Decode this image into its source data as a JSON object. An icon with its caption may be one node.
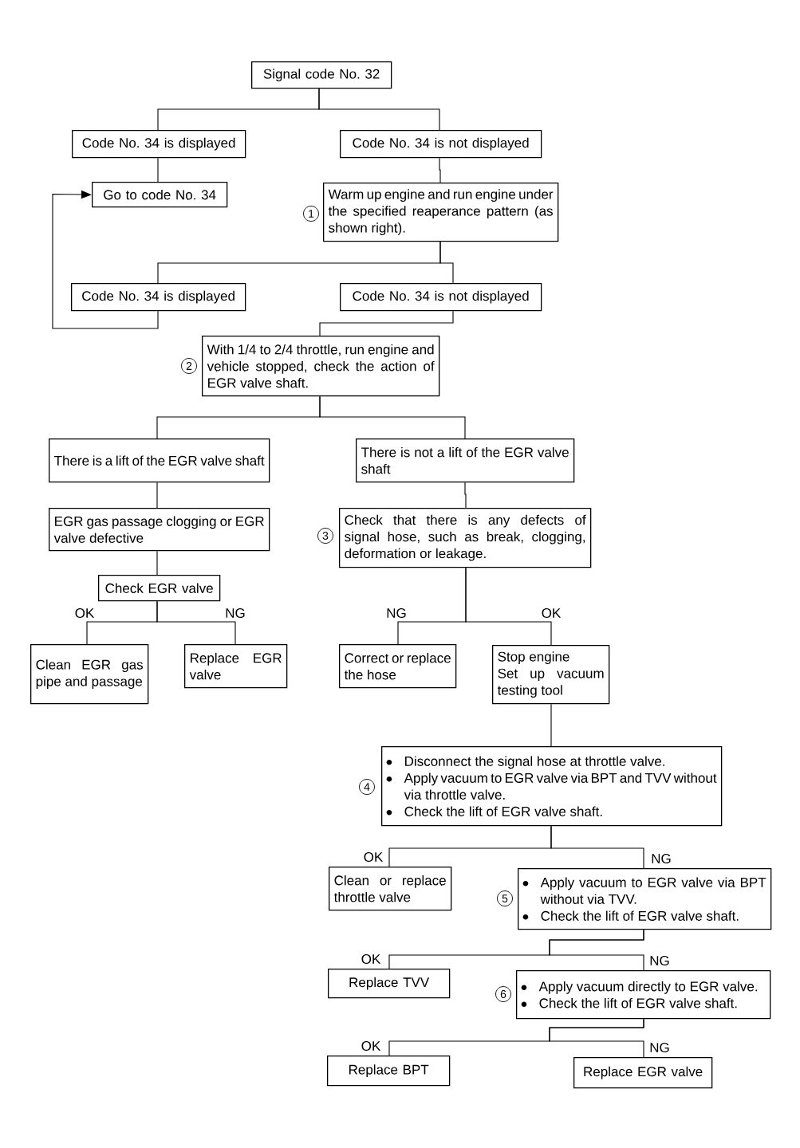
{
  "diagram": {
    "nodes": [
      {
        "text": [
          "Signal code No. 32"
        ]
      },
      {
        "text": [
          "Code No. 34 is displayed"
        ]
      },
      {
        "text": [
          "Code No. 34 is not displayed"
        ]
      },
      {
        "text": [
          "Go to code No. 34"
        ]
      },
      {
        "text": [
          "Warm up engine and run engine under the specified reaperance pattern (as shown right)."
        ],
        "beside": [
          "1"
        ]
      },
      {
        "text": [
          "Code No. 34 is displayed"
        ]
      },
      {
        "text": [
          "Code No. 34 is not displayed"
        ]
      },
      {
        "text": [
          "With 1/4 to 2/4 throttle, run engine and vehicle stopped, check the action of EGR valve shaft."
        ],
        "beside": [
          "2"
        ]
      },
      {
        "text": [
          "There is a lift of the EGR valve shaft"
        ]
      },
      {
        "text": [
          "There is not a lift of the EGR valve shaft"
        ]
      },
      {
        "text": [
          "EGR gas passage clogging or EGR valve defective"
        ]
      },
      {
        "text": [
          "Check that there is any defects of signal hose, such as break, clogging, deformation or leakage."
        ],
        "beside": [
          "3"
        ]
      },
      {
        "text": [
          "Check EGR valve"
        ]
      },
      {
        "text": [
          "Clean EGR gas pipe and passage"
        ]
      },
      {
        "text": [
          "Replace EGR valve"
        ]
      },
      {
        "text": [
          "Correct or replace the hose"
        ]
      },
      {
        "text": [
          "Stop engine",
          "Set up vacuum testing tool"
        ]
      },
      {
        "text": [
          "Disconnect the signal hose at throttle valve.",
          "Apply vacuum to EGR valve via BPT and TVV without via throttle valve.",
          "Check the lift of EGR valve shaft."
        ],
        "beside": [
          "4"
        ]
      },
      {
        "text": [
          "Clean or replace throttle valve"
        ]
      },
      {
        "text": [
          "Apply vacuum to EGR valve via BPT without via TVV.",
          "Check the lift of EGR valve shaft."
        ],
        "beside": [
          "5"
        ]
      },
      {
        "text": [
          "Replace TVV"
        ]
      },
      {
        "text": [
          "Apply vacuum directly to EGR valve.",
          "Check the lift of EGR valve shaft."
        ],
        "beside": [
          "6"
        ]
      },
      {
        "text": [
          "Replace BPT"
        ]
      },
      {
        "text": [
          "Replace EGR valve"
        ]
      }
    ],
    "edges": [
      {
        "from": 0,
        "to": 1,
        "arrow": "none"
      },
      {
        "from": 0,
        "to": 2,
        "arrow": "none"
      },
      {
        "from": 1,
        "to": 3,
        "arrow": "none"
      },
      {
        "from": 2,
        "to": 4,
        "arrow": "none"
      },
      {
        "from": 4,
        "to": 5,
        "arrow": "none"
      },
      {
        "from": 4,
        "to": 6,
        "arrow": "none"
      },
      {
        "from": 5,
        "to": 3,
        "arrow": "to"
      },
      {
        "from": 6,
        "to": 7,
        "arrow": "none"
      },
      {
        "from": 7,
        "to": 8,
        "arrow": "none"
      },
      {
        "from": 7,
        "to": 9,
        "arrow": "none"
      },
      {
        "from": 8,
        "to": 10,
        "arrow": "none"
      },
      {
        "from": 9,
        "to": 11,
        "arrow": "none"
      },
      {
        "from": 10,
        "to": 12,
        "arrow": "none"
      },
      {
        "from": 12,
        "to": 13,
        "arrow": "none",
        "label": "OK"
      },
      {
        "from": 12,
        "to": 14,
        "arrow": "none",
        "label": "NG"
      },
      {
        "from": 11,
        "to": 15,
        "arrow": "none",
        "label": "NG"
      },
      {
        "from": 11,
        "to": 16,
        "arrow": "none",
        "label": "OK"
      },
      {
        "from": 16,
        "to": 17,
        "arrow": "none"
      },
      {
        "from": 17,
        "to": 18,
        "arrow": "none",
        "label": "OK"
      },
      {
        "from": 17,
        "to": 19,
        "arrow": "none",
        "label": "NG"
      },
      {
        "from": 19,
        "to": 20,
        "arrow": "none",
        "label": "OK"
      },
      {
        "from": 19,
        "to": 21,
        "arrow": "none",
        "label": "NG"
      },
      {
        "from": 21,
        "to": 22,
        "arrow": "none",
        "label": "OK"
      },
      {
        "from": 21,
        "to": 23,
        "arrow": "none",
        "label": "NG"
      }
    ]
  }
}
